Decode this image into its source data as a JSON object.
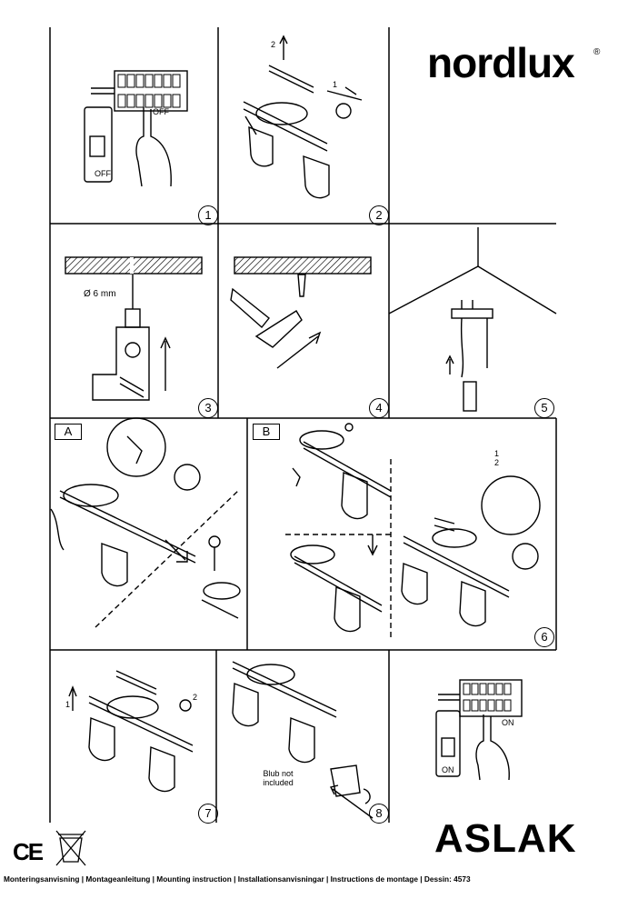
{
  "brand": "nordlux",
  "brand_mark": "®",
  "product": "ASLAK",
  "ce_mark": "CE",
  "weee_icon": "crossed-bin-icon",
  "footer": "Monteringsanvisning | Montageanleitung | Mounting instruction | Installationsanvisningar | Instructions de montage | Dessin: 4573",
  "steps": {
    "s1": {
      "number": "1",
      "switch_label": "OFF"
    },
    "s2": {
      "number": "2",
      "label_a": "2",
      "label_b": "1"
    },
    "s3": {
      "number": "3",
      "drill_label": "Ø 6 mm"
    },
    "s4": {
      "number": "4"
    },
    "s5": {
      "number": "5"
    },
    "s6": {
      "number": "6",
      "option_a": "A",
      "option_b": "B",
      "label_a": "1",
      "label_b": "2"
    },
    "s7": {
      "number": "7",
      "label_a": "1",
      "label_b": "2"
    },
    "s8": {
      "number": "8",
      "note": "Blub not included"
    },
    "s9": {
      "switch_label": "ON"
    }
  }
}
